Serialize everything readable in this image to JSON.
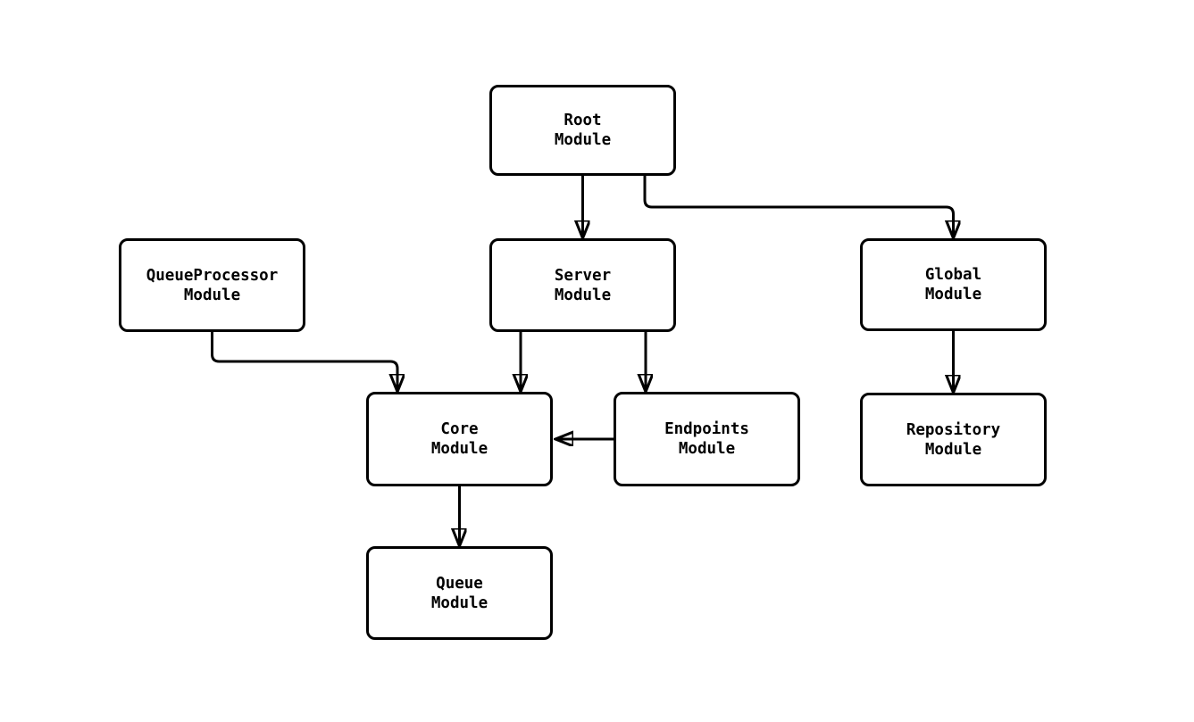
{
  "diagram": {
    "type": "flowchart",
    "direction": "top-down",
    "background_color": "#ffffff",
    "node_fill_color": "#ffffff",
    "node_border_color": "#000000",
    "edge_color": "#000000",
    "text_color": "#000000",
    "nodes": {
      "root": {
        "line1": "Root",
        "line2": "Module",
        "label": "Root Module"
      },
      "queueprocessor": {
        "line1": "QueueProcessor",
        "line2": "Module",
        "label": "QueueProcessor Module"
      },
      "server": {
        "line1": "Server",
        "line2": "Module",
        "label": "Server Module"
      },
      "global": {
        "line1": "Global",
        "line2": "Module",
        "label": "Global Module"
      },
      "core": {
        "line1": "Core",
        "line2": "Module",
        "label": "Core Module"
      },
      "endpoints": {
        "line1": "Endpoints",
        "line2": "Module",
        "label": "Endpoints Module"
      },
      "repository": {
        "line1": "Repository",
        "line2": "Module",
        "label": "Repository Module"
      },
      "queue": {
        "line1": "Queue",
        "line2": "Module",
        "label": "Queue Module"
      }
    },
    "edges": [
      {
        "from": "root",
        "to": "server",
        "style": "arrow"
      },
      {
        "from": "root",
        "to": "global",
        "style": "arrow"
      },
      {
        "from": "queueprocessor",
        "to": "core",
        "style": "arrow"
      },
      {
        "from": "server",
        "to": "core",
        "style": "arrow"
      },
      {
        "from": "server",
        "to": "endpoints",
        "style": "arrow"
      },
      {
        "from": "endpoints",
        "to": "core",
        "style": "arrow"
      },
      {
        "from": "global",
        "to": "repository",
        "style": "arrow"
      },
      {
        "from": "core",
        "to": "queue",
        "style": "arrow"
      }
    ]
  }
}
